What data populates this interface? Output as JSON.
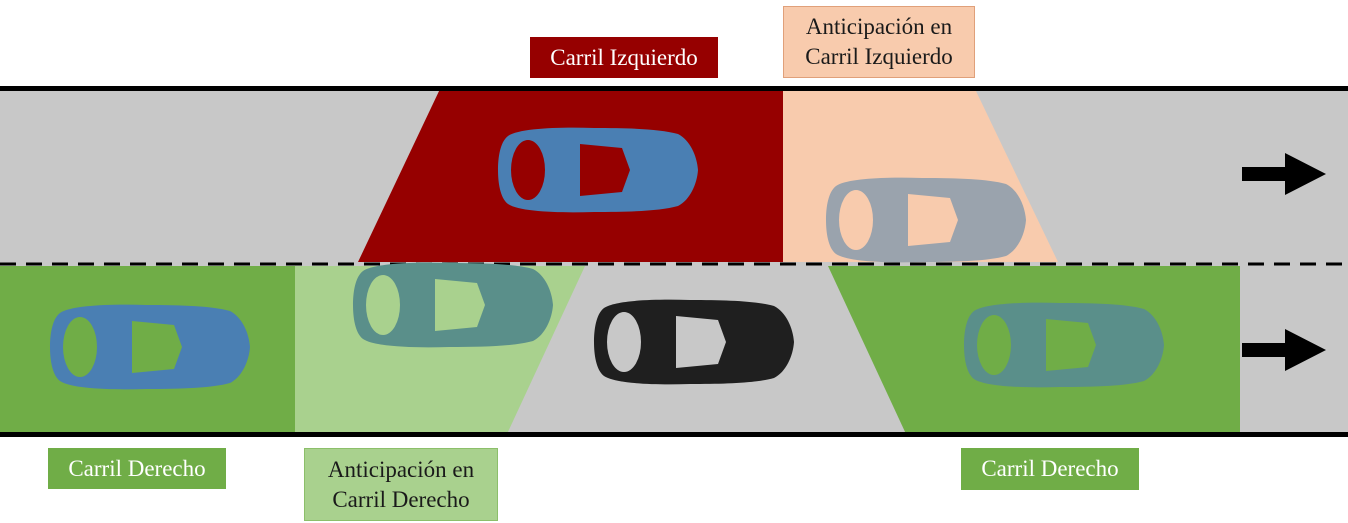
{
  "labels": {
    "left_lane": "Carril Izquierdo",
    "left_lane_anticipation": "Anticipación en\nCarril Izquierdo",
    "right_lane_rear": "Carril Derecho",
    "right_lane_anticipation": "Anticipación en\nCarril Derecho",
    "right_lane_front": "Carril Derecho"
  },
  "colors": {
    "road": "#c8c8c8",
    "road_edge": "#000000",
    "left_lane_zone": "#960000",
    "left_lane_anticipation_zone": "#f8cbad",
    "right_lane_zone": "#70ad47",
    "right_lane_anticipation_zone": "#a9d18e",
    "car_blue": "#4a7fb3",
    "car_grey": "#9aa3ad",
    "car_ego": "#1f1f1f",
    "car_ghost_teal": "#5a8f8a",
    "arrow": "#000000"
  },
  "icons": {
    "direction": "right-arrow-icon",
    "car": "car-top-view-icon"
  }
}
